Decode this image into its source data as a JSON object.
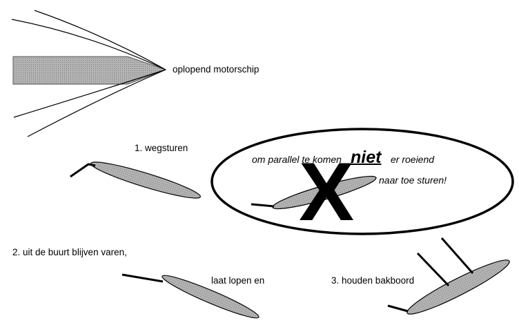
{
  "labels": {
    "ship": "oplopend motorschip",
    "step1": "1. wegsturen",
    "warning_part1": "om parallel te komen",
    "warning_emphasis": "niet",
    "warning_part2": "er roeiend",
    "warning_part3": "naar toe sturen!",
    "cross": "X",
    "step2a": "2. uit de buurt blijven varen,",
    "step2b": "laat lopen en",
    "step3": "3. houden bakboord"
  },
  "colors": {
    "hull_fill": "#a8a8a8",
    "line": "#000000"
  }
}
